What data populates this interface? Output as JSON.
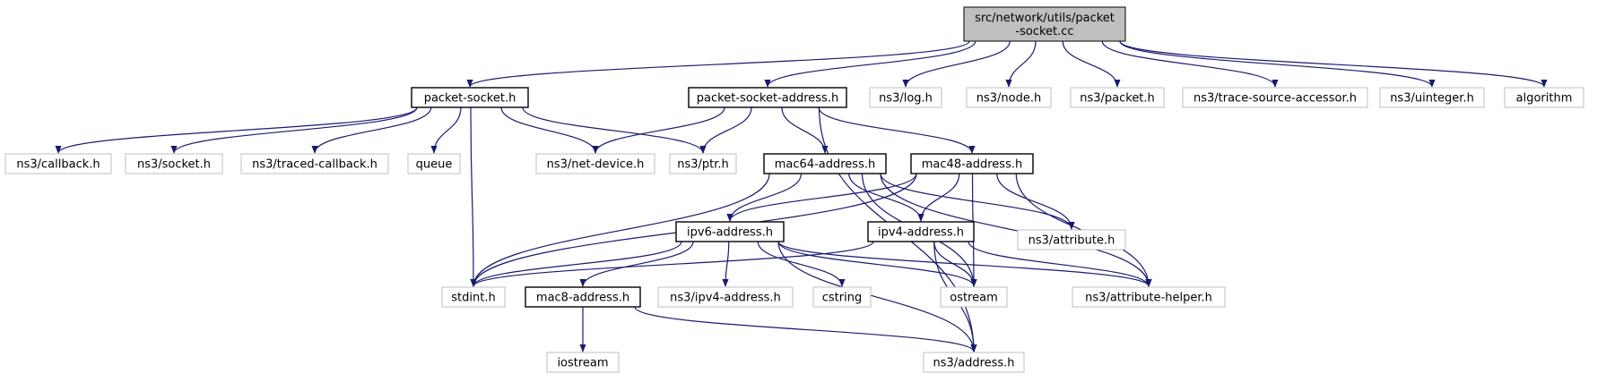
{
  "diagram": {
    "colors": {
      "root_fill": "#bfbfbf",
      "root_stroke": "#000000",
      "local_stroke": "#000000",
      "external_stroke": "#bfbfbf",
      "edge": "#191970"
    },
    "nodes": [
      {
        "id": "root",
        "lines": [
          "src/network/utils/packet",
          "-socket.cc"
        ],
        "kind": "root"
      },
      {
        "id": "packet_socket_h",
        "lines": [
          "packet-socket.h"
        ],
        "kind": "local"
      },
      {
        "id": "packet_socket_address_h",
        "lines": [
          "packet-socket-address.h"
        ],
        "kind": "local"
      },
      {
        "id": "ns3_log_h",
        "lines": [
          "ns3/log.h"
        ],
        "kind": "external"
      },
      {
        "id": "ns3_node_h",
        "lines": [
          "ns3/node.h"
        ],
        "kind": "external"
      },
      {
        "id": "ns3_packet_h",
        "lines": [
          "ns3/packet.h"
        ],
        "kind": "external"
      },
      {
        "id": "ns3_trace_source_accessor_h",
        "lines": [
          "ns3/trace-source-accessor.h"
        ],
        "kind": "external"
      },
      {
        "id": "ns3_uinteger_h",
        "lines": [
          "ns3/uinteger.h"
        ],
        "kind": "external"
      },
      {
        "id": "algorithm",
        "lines": [
          "algorithm"
        ],
        "kind": "external"
      },
      {
        "id": "ns3_callback_h",
        "lines": [
          "ns3/callback.h"
        ],
        "kind": "external"
      },
      {
        "id": "ns3_socket_h",
        "lines": [
          "ns3/socket.h"
        ],
        "kind": "external"
      },
      {
        "id": "ns3_traced_callback_h",
        "lines": [
          "ns3/traced-callback.h"
        ],
        "kind": "external"
      },
      {
        "id": "queue",
        "lines": [
          "queue"
        ],
        "kind": "external"
      },
      {
        "id": "ns3_net_device_h",
        "lines": [
          "ns3/net-device.h"
        ],
        "kind": "external"
      },
      {
        "id": "ns3_ptr_h",
        "lines": [
          "ns3/ptr.h"
        ],
        "kind": "external"
      },
      {
        "id": "mac64_address_h",
        "lines": [
          "mac64-address.h"
        ],
        "kind": "local"
      },
      {
        "id": "mac48_address_h",
        "lines": [
          "mac48-address.h"
        ],
        "kind": "local"
      },
      {
        "id": "ipv6_address_h",
        "lines": [
          "ipv6-address.h"
        ],
        "kind": "local"
      },
      {
        "id": "ipv4_address_h",
        "lines": [
          "ipv4-address.h"
        ],
        "kind": "local"
      },
      {
        "id": "ns3_attribute_h",
        "lines": [
          "ns3/attribute.h"
        ],
        "kind": "external"
      },
      {
        "id": "stdint_h",
        "lines": [
          "stdint.h"
        ],
        "kind": "external"
      },
      {
        "id": "mac8_address_h",
        "lines": [
          "mac8-address.h"
        ],
        "kind": "local"
      },
      {
        "id": "ns3_ipv4_address_h",
        "lines": [
          "ns3/ipv4-address.h"
        ],
        "kind": "external"
      },
      {
        "id": "cstring",
        "lines": [
          "cstring"
        ],
        "kind": "external"
      },
      {
        "id": "ostream",
        "lines": [
          "ostream"
        ],
        "kind": "external"
      },
      {
        "id": "ns3_attribute_helper_h",
        "lines": [
          "ns3/attribute-helper.h"
        ],
        "kind": "external"
      },
      {
        "id": "iostream",
        "lines": [
          "iostream"
        ],
        "kind": "external"
      },
      {
        "id": "ns3_address_h",
        "lines": [
          "ns3/address.h"
        ],
        "kind": "external"
      }
    ],
    "edges": [
      [
        "root",
        "packet_socket_h"
      ],
      [
        "root",
        "packet_socket_address_h"
      ],
      [
        "root",
        "ns3_log_h"
      ],
      [
        "root",
        "ns3_node_h"
      ],
      [
        "root",
        "ns3_packet_h"
      ],
      [
        "root",
        "ns3_trace_source_accessor_h"
      ],
      [
        "root",
        "ns3_uinteger_h"
      ],
      [
        "root",
        "algorithm"
      ],
      [
        "packet_socket_h",
        "ns3_callback_h"
      ],
      [
        "packet_socket_h",
        "ns3_socket_h"
      ],
      [
        "packet_socket_h",
        "ns3_traced_callback_h"
      ],
      [
        "packet_socket_h",
        "queue"
      ],
      [
        "packet_socket_h",
        "ns3_net_device_h"
      ],
      [
        "packet_socket_h",
        "ns3_ptr_h"
      ],
      [
        "packet_socket_h",
        "stdint_h"
      ],
      [
        "packet_socket_address_h",
        "ns3_net_device_h"
      ],
      [
        "packet_socket_address_h",
        "ns3_ptr_h"
      ],
      [
        "packet_socket_address_h",
        "mac64_address_h"
      ],
      [
        "packet_socket_address_h",
        "mac48_address_h"
      ],
      [
        "packet_socket_address_h",
        "ns3_address_h"
      ],
      [
        "mac64_address_h",
        "ipv6_address_h"
      ],
      [
        "mac64_address_h",
        "ipv4_address_h"
      ],
      [
        "mac64_address_h",
        "ns3_attribute_h"
      ],
      [
        "mac64_address_h",
        "stdint_h"
      ],
      [
        "mac64_address_h",
        "ostream"
      ],
      [
        "mac64_address_h",
        "ns3_attribute_helper_h"
      ],
      [
        "mac48_address_h",
        "ipv6_address_h"
      ],
      [
        "mac48_address_h",
        "ipv4_address_h"
      ],
      [
        "mac48_address_h",
        "ns3_attribute_h"
      ],
      [
        "mac48_address_h",
        "stdint_h"
      ],
      [
        "mac48_address_h",
        "ostream"
      ],
      [
        "mac48_address_h",
        "ns3_attribute_helper_h"
      ],
      [
        "ipv6_address_h",
        "stdint_h"
      ],
      [
        "ipv6_address_h",
        "mac8_address_h"
      ],
      [
        "ipv6_address_h",
        "ns3_ipv4_address_h"
      ],
      [
        "ipv6_address_h",
        "cstring"
      ],
      [
        "ipv6_address_h",
        "ostream"
      ],
      [
        "ipv6_address_h",
        "ns3_attribute_helper_h"
      ],
      [
        "ipv6_address_h",
        "ns3_address_h"
      ],
      [
        "ipv4_address_h",
        "stdint_h"
      ],
      [
        "ipv4_address_h",
        "ostream"
      ],
      [
        "ipv4_address_h",
        "ns3_attribute_helper_h"
      ],
      [
        "ipv4_address_h",
        "ns3_address_h"
      ],
      [
        "mac8_address_h",
        "iostream"
      ],
      [
        "mac8_address_h",
        "ns3_address_h"
      ]
    ]
  }
}
